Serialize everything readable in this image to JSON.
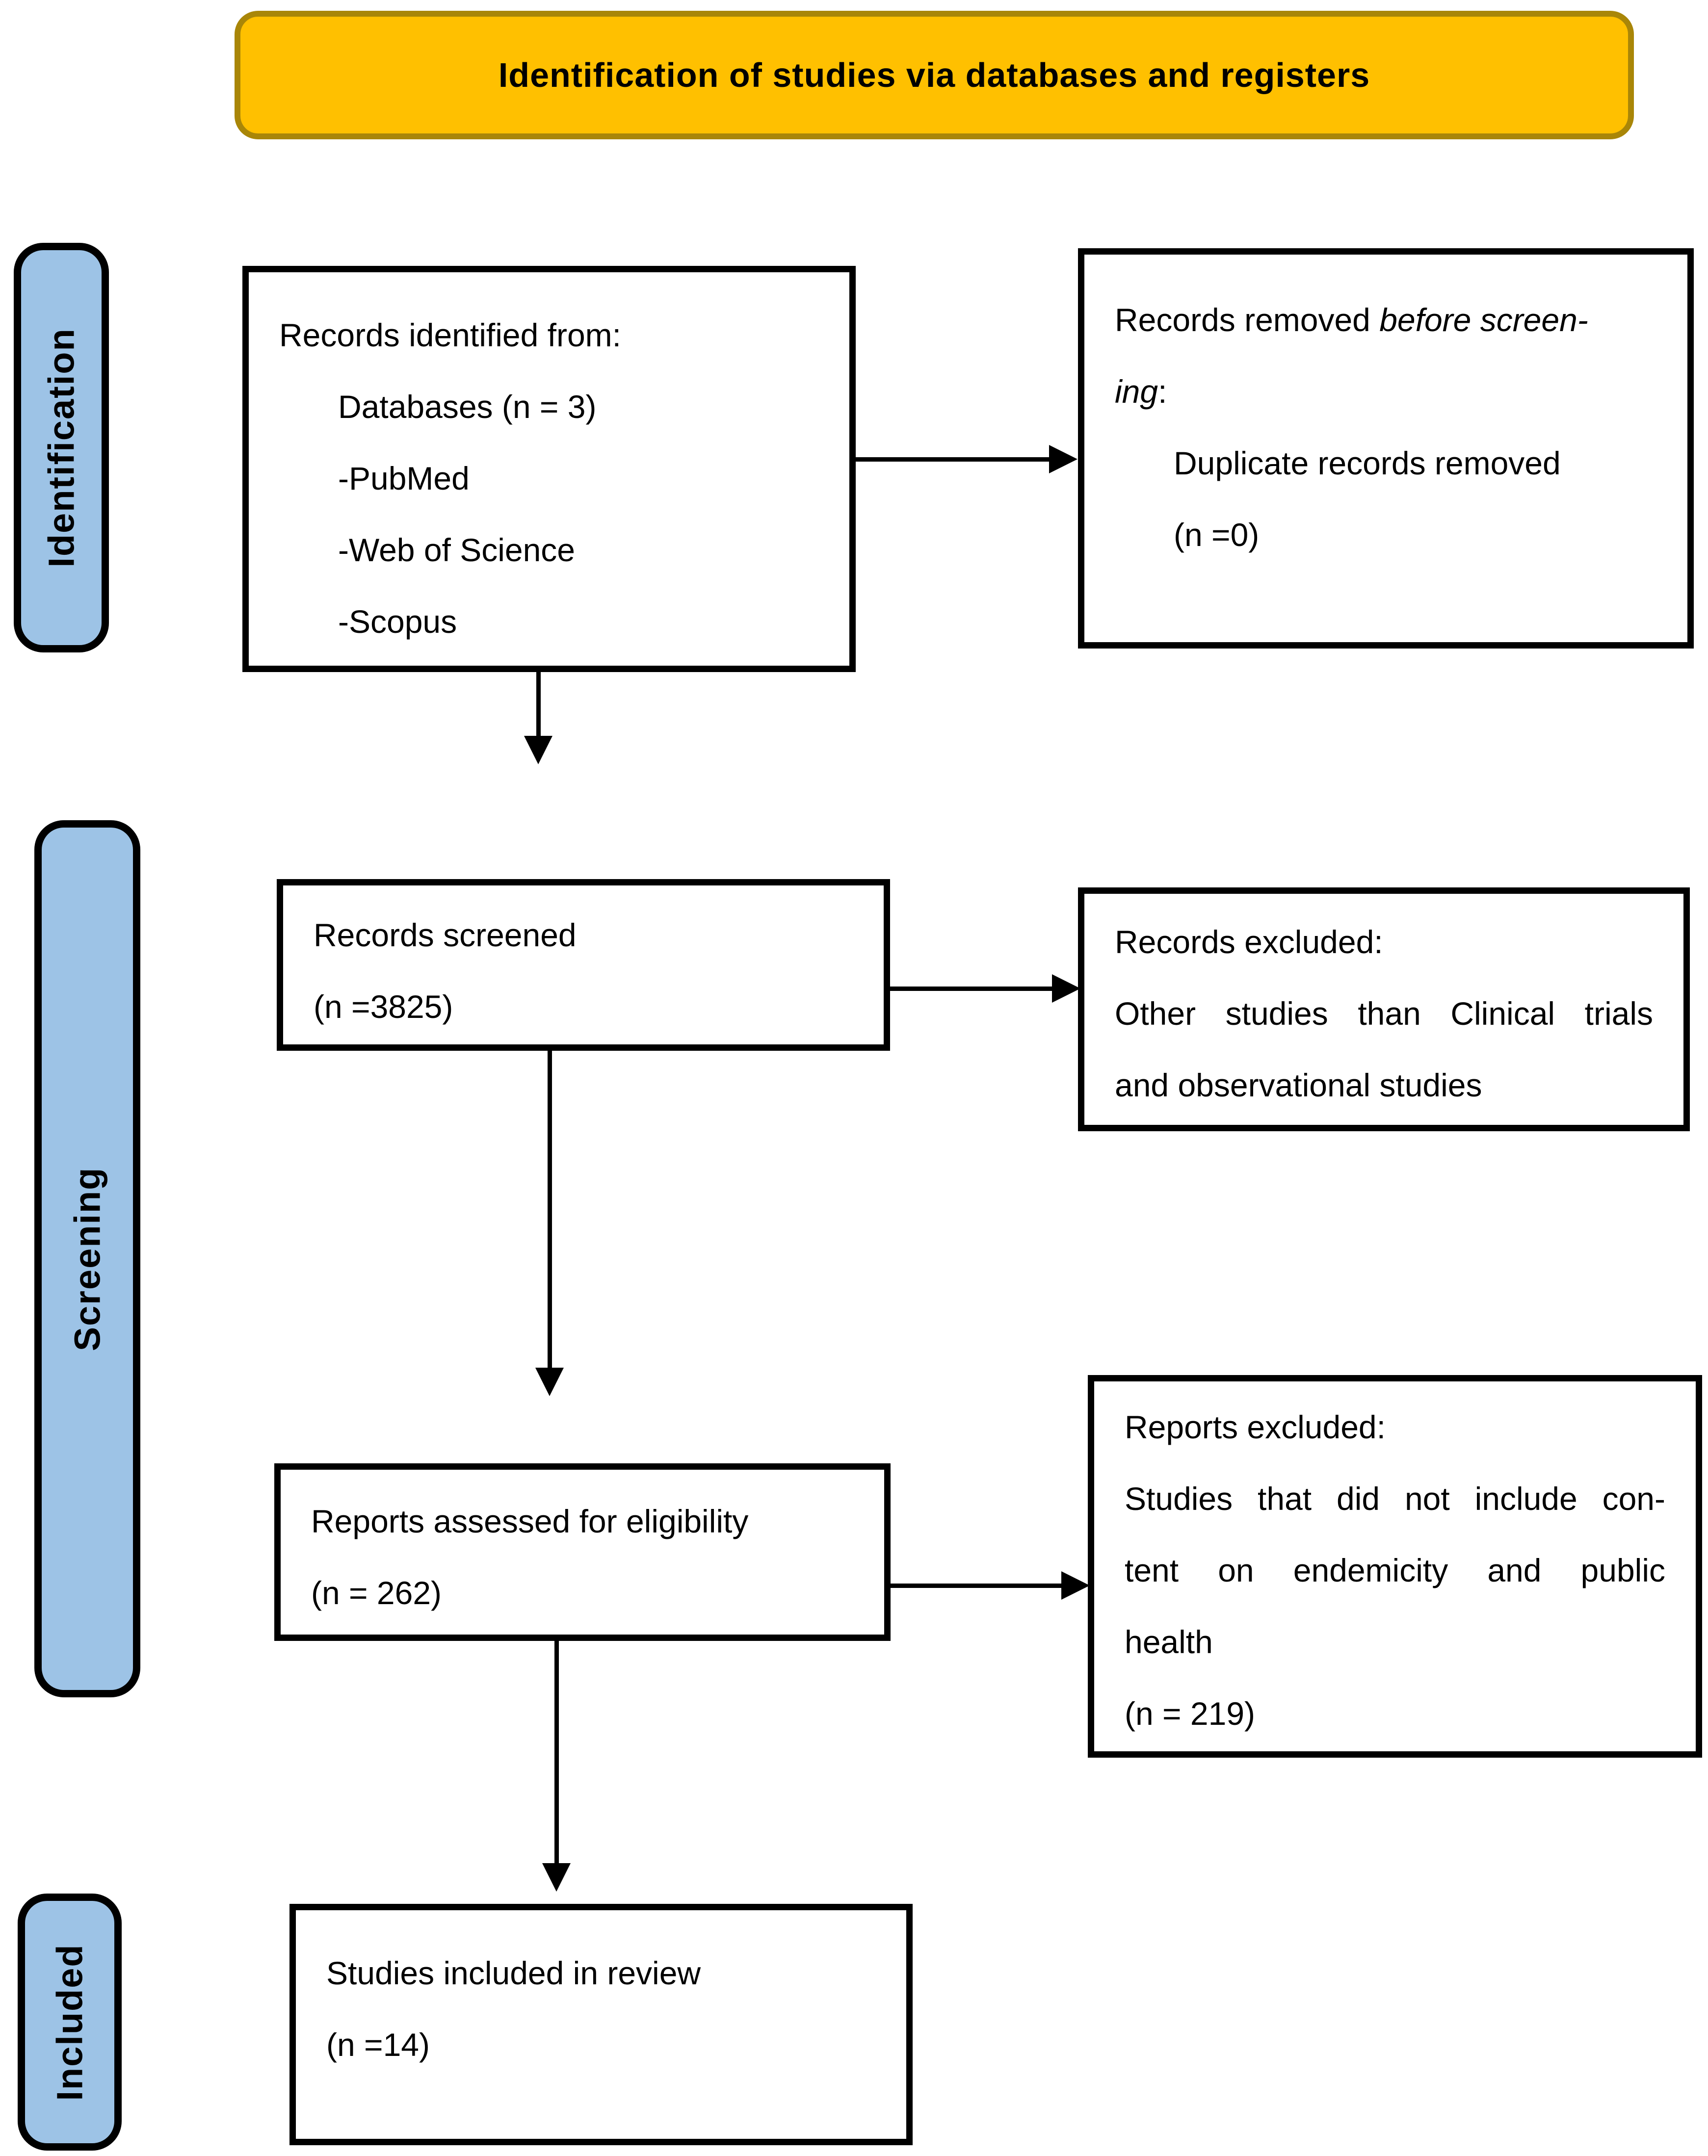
{
  "header": {
    "title": "Identification of studies via databases and registers",
    "bg_color": "#FFC000",
    "border_color": "#A98608"
  },
  "stage_labels": {
    "identification": "Identification",
    "screening": "Screening",
    "included": "Included",
    "bg_color": "#9DC3E6"
  },
  "boxes": {
    "identified": {
      "lines": [
        "Records identified from:",
        "Databases (n = 3)",
        "-PubMed",
        "-Web of Science",
        "-Scopus"
      ]
    },
    "removed": {
      "line1_regular": "Records removed ",
      "line1_italic": "before screen-",
      "line2_italic": "ing",
      "line2_regular": ":",
      "line3": "Duplicate records removed",
      "line4": "(n =0)"
    },
    "screened": {
      "lines": [
        "Records screened",
        "(n =3825)"
      ]
    },
    "records_excluded": {
      "lines": [
        "Records excluded:",
        "Other studies than Clinical trials",
        "and observational studies"
      ]
    },
    "assessed": {
      "lines": [
        "Reports assessed for eligibility",
        "(n = 262)"
      ]
    },
    "reports_excluded": {
      "lines": [
        "Reports excluded:",
        "Studies that did not include con-",
        "tent on endemicity and public",
        "health",
        "(n = 219)"
      ]
    },
    "included_review": {
      "lines": [
        "Studies included in review",
        "(n =14)"
      ]
    }
  }
}
